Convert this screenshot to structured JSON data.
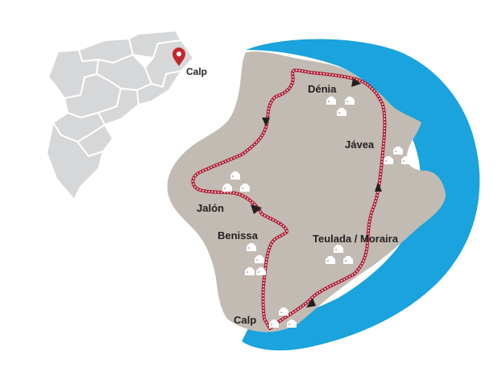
{
  "colors": {
    "sea": "#1aa3dc",
    "land": "#c2bbb3",
    "route": "#b01e36",
    "route_dots": "#ffffff",
    "locator_region": "#d6d7d9",
    "locator_border": "#ffffff",
    "marker": "#c1272d",
    "village": "#ffffff",
    "label": "#231f20"
  },
  "locator": {
    "marker_label": "Calp",
    "marker_icon": "map-pin-icon"
  },
  "towns": [
    {
      "id": "denia",
      "label": "Dénia"
    },
    {
      "id": "javea",
      "label": "Jávea"
    },
    {
      "id": "jalon",
      "label": "Jalón"
    },
    {
      "id": "benissa",
      "label": "Benissa"
    },
    {
      "id": "teulada",
      "label": "Teulada / Moraira"
    },
    {
      "id": "calp",
      "label": "Calp"
    }
  ],
  "route": {
    "direction_icon": "triangle-arrow-icon",
    "village_icon": "village-houses-icon"
  }
}
